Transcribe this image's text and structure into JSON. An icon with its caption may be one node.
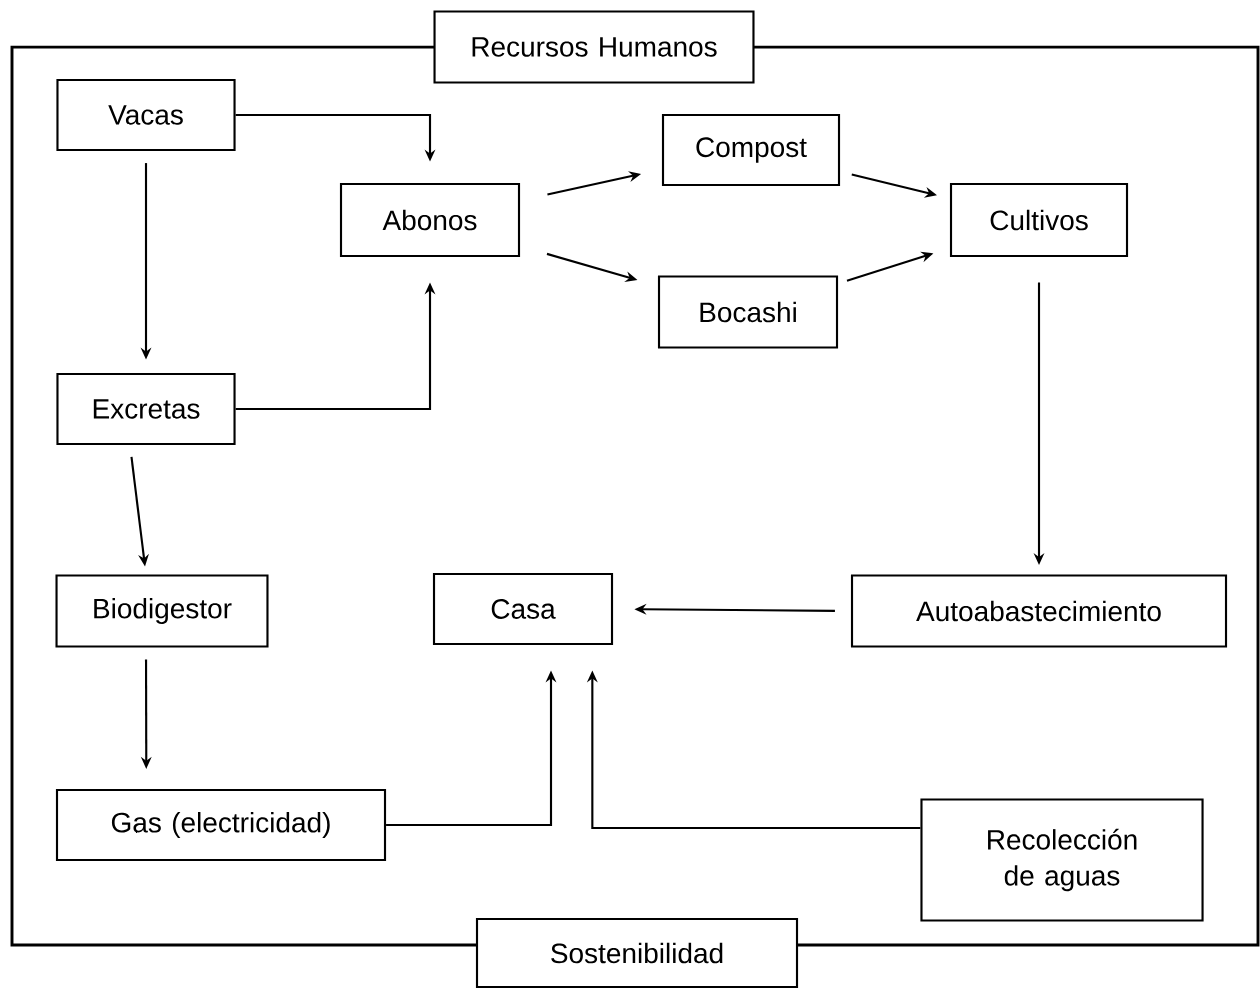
{
  "diagram": {
    "nodes": [
      {
        "text": [
          "Recursos Humanos"
        ]
      },
      {
        "text": [
          "Vacas"
        ]
      },
      {
        "text": [
          "Abonos"
        ]
      },
      {
        "text": [
          "Compost"
        ]
      },
      {
        "text": [
          "Cultivos"
        ]
      },
      {
        "text": [
          "Bocashi"
        ]
      },
      {
        "text": [
          "Excretas"
        ]
      },
      {
        "text": [
          "Biodigestor"
        ]
      },
      {
        "text": [
          "Casa"
        ]
      },
      {
        "text": [
          "Autoabastecimiento"
        ]
      },
      {
        "text": [
          "Gas (electricidad)"
        ]
      },
      {
        "text": [
          "Recolección de aguas"
        ]
      },
      {
        "text": [
          "Sostenibilidad"
        ]
      }
    ],
    "edges": [
      {
        "from": 1,
        "to": 2,
        "arrow": "to"
      },
      {
        "from": 1,
        "to": 6,
        "arrow": "to"
      },
      {
        "from": 6,
        "to": 2,
        "arrow": "to"
      },
      {
        "from": 2,
        "to": 3,
        "arrow": "to"
      },
      {
        "from": 2,
        "to": 5,
        "arrow": "to"
      },
      {
        "from": 3,
        "to": 4,
        "arrow": "to"
      },
      {
        "from": 5,
        "to": 4,
        "arrow": "to"
      },
      {
        "from": 4,
        "to": 9,
        "arrow": "to"
      },
      {
        "from": 9,
        "to": 8,
        "arrow": "to"
      },
      {
        "from": 6,
        "to": 7,
        "arrow": "to"
      },
      {
        "from": 7,
        "to": 10,
        "arrow": "to"
      },
      {
        "from": 10,
        "to": 8,
        "arrow": "to"
      },
      {
        "from": 11,
        "to": 8,
        "arrow": "to"
      }
    ]
  }
}
